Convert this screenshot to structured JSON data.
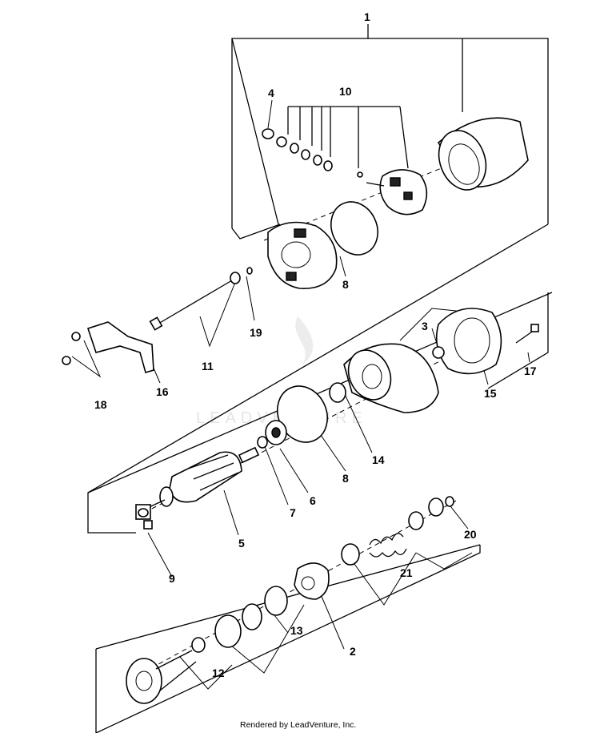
{
  "callouts": [
    {
      "id": "1",
      "label": "1"
    },
    {
      "id": "2",
      "label": "2"
    },
    {
      "id": "3",
      "label": "3"
    },
    {
      "id": "4",
      "label": "4"
    },
    {
      "id": "5",
      "label": "5"
    },
    {
      "id": "6",
      "label": "6"
    },
    {
      "id": "7",
      "label": "7"
    },
    {
      "id": "8a",
      "label": "8"
    },
    {
      "id": "8b",
      "label": "8"
    },
    {
      "id": "9",
      "label": "9"
    },
    {
      "id": "10",
      "label": "10"
    },
    {
      "id": "11",
      "label": "11"
    },
    {
      "id": "12",
      "label": "12"
    },
    {
      "id": "13",
      "label": "13"
    },
    {
      "id": "14",
      "label": "14"
    },
    {
      "id": "15",
      "label": "15"
    },
    {
      "id": "16",
      "label": "16"
    },
    {
      "id": "17",
      "label": "17"
    },
    {
      "id": "18",
      "label": "18"
    },
    {
      "id": "19",
      "label": "19"
    },
    {
      "id": "20",
      "label": "20"
    },
    {
      "id": "21",
      "label": "21"
    }
  ],
  "watermark": "LEADVENTURE",
  "footer": "Rendered by LeadVenture, Inc."
}
